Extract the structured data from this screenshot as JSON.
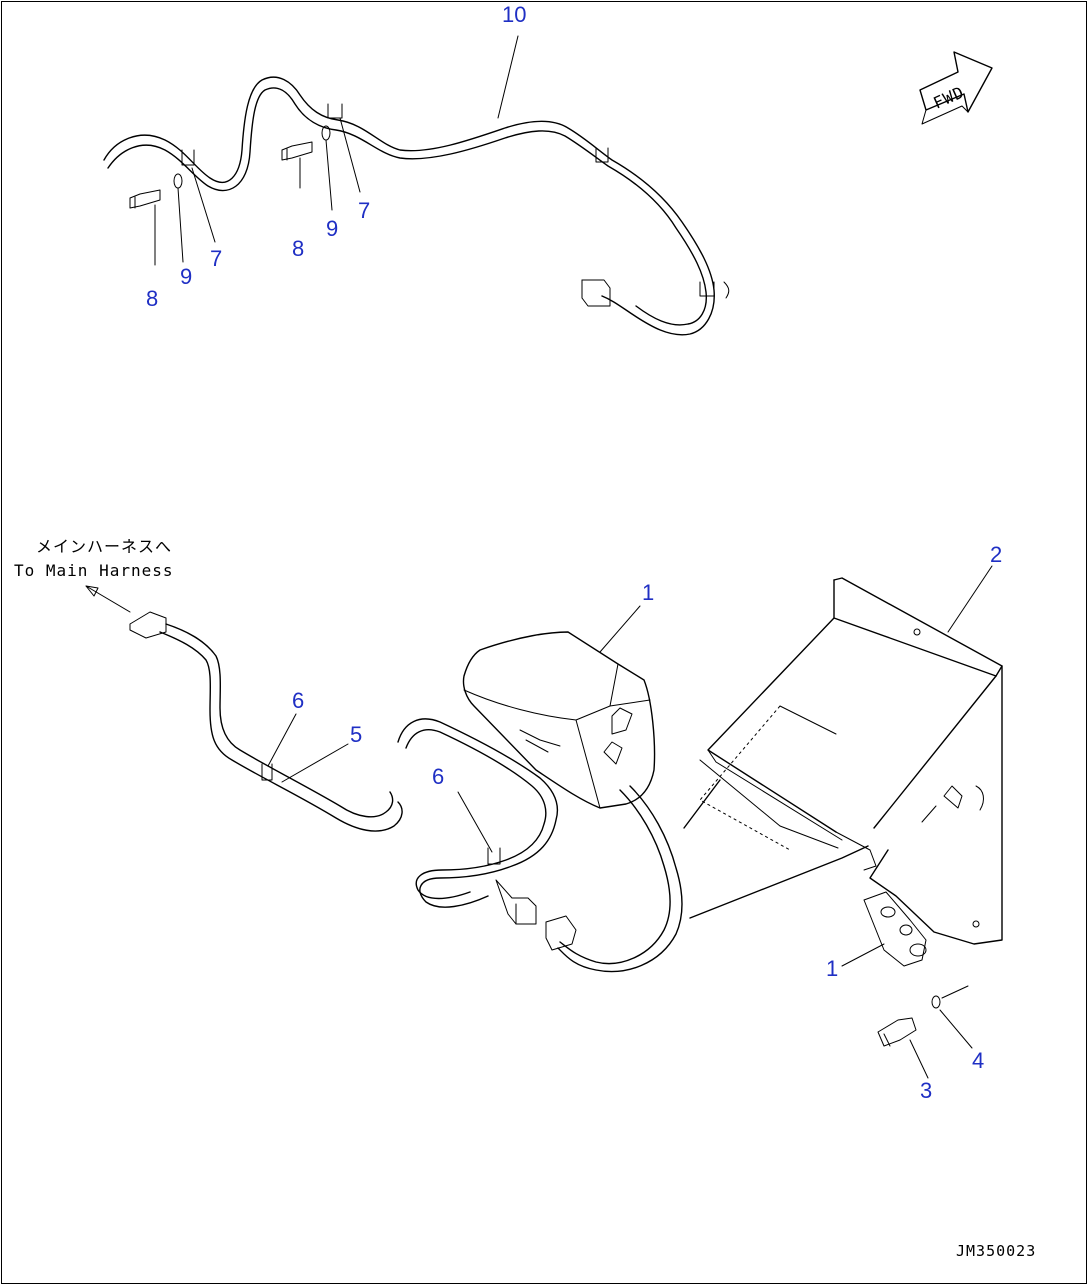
{
  "callouts": {
    "c10": "10",
    "c7a": "7",
    "c7b": "7",
    "c8a": "8",
    "c8b": "8",
    "c9a": "9",
    "c9b": "9",
    "c1a": "1",
    "c1b": "1",
    "c2": "2",
    "c3": "3",
    "c4": "4",
    "c5": "5",
    "c6a": "6",
    "c6b": "6"
  },
  "note": {
    "jp": "メインハーネスへ",
    "en": "To Main Harness"
  },
  "fwd_label": "FWD",
  "drawing_ref": "JM350023",
  "colors": {
    "callout": "#1f2fc4",
    "line": "#000000"
  }
}
